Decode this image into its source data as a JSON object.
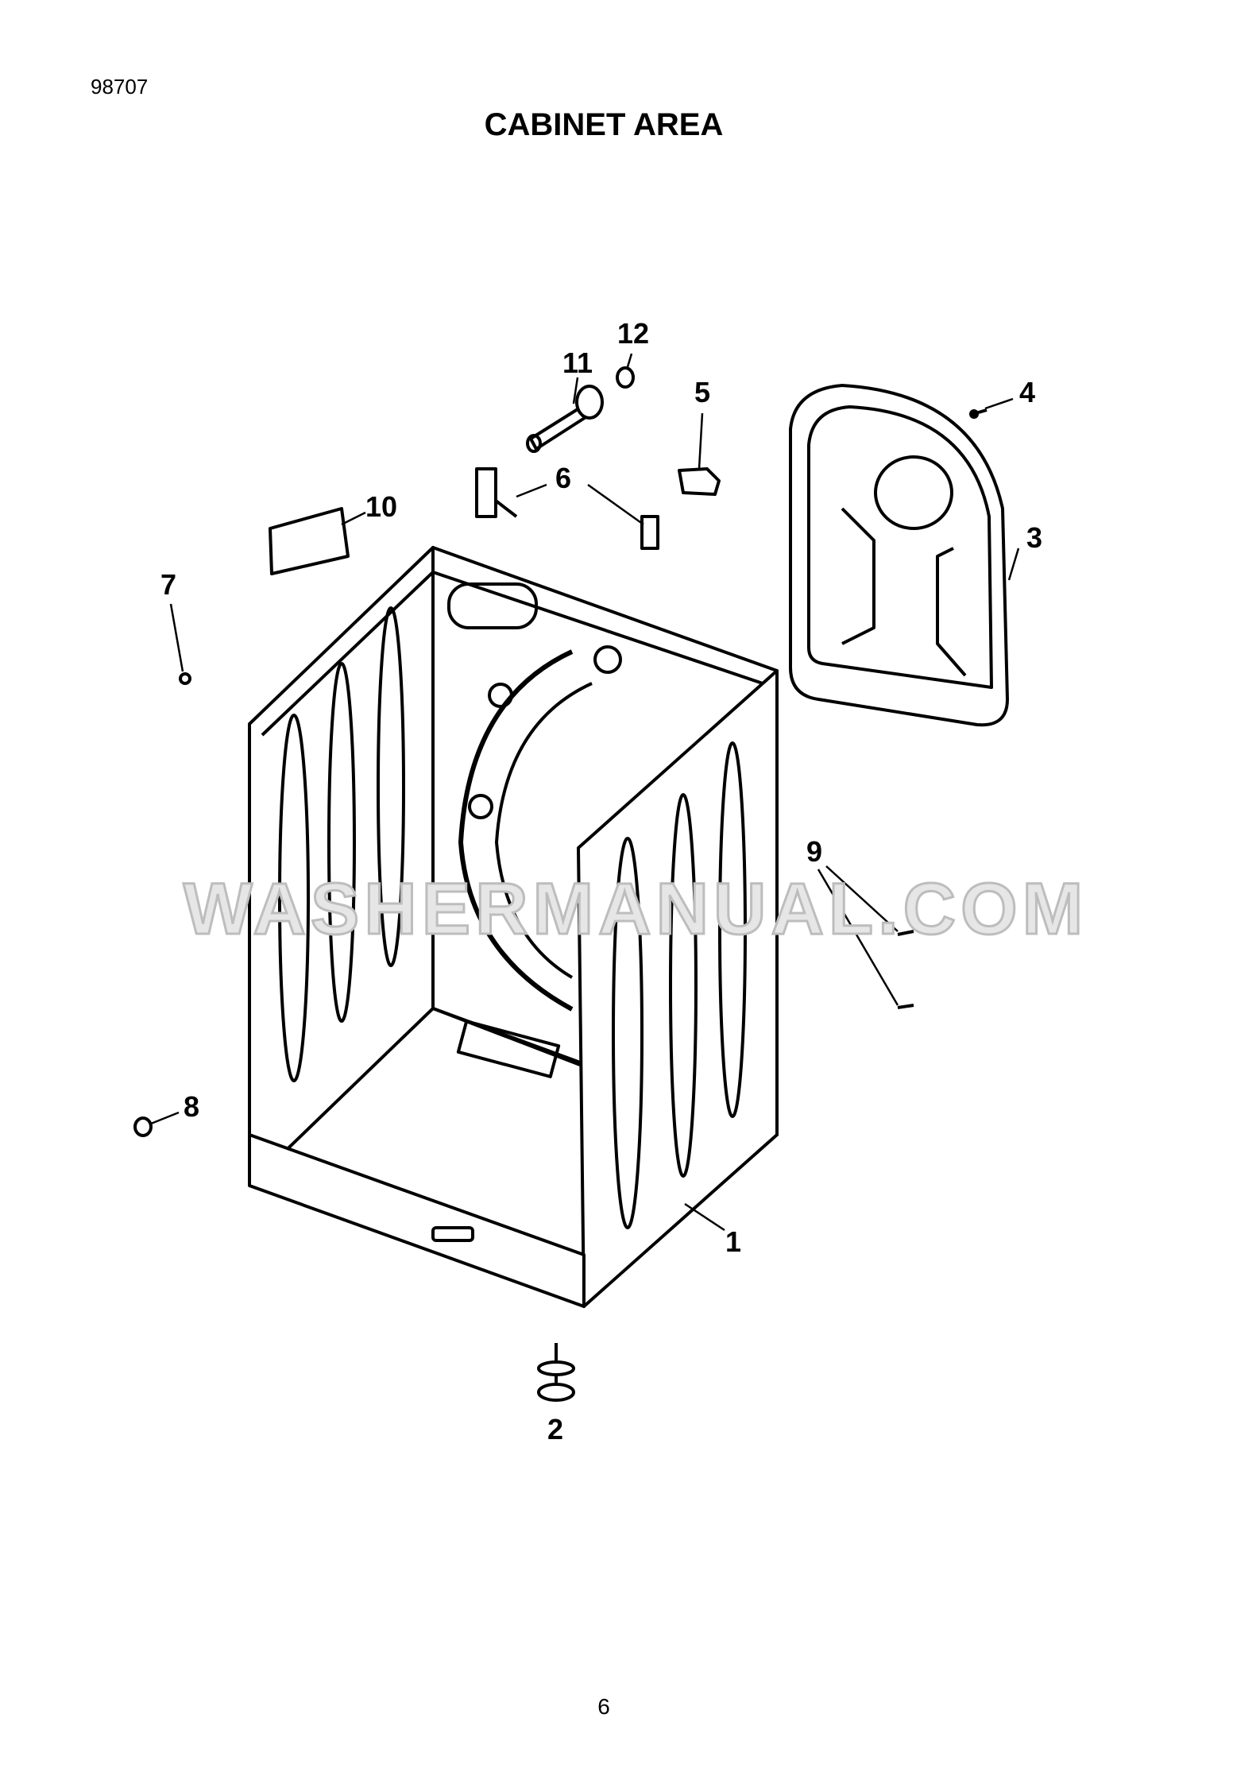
{
  "header": {
    "doc_number": "98707",
    "title": "CABINET AREA"
  },
  "diagram": {
    "watermark": "WASHERMANUAL.COM",
    "callouts": [
      "1",
      "2",
      "3",
      "4",
      "5",
      "6",
      "7",
      "8",
      "9",
      "10",
      "11",
      "12"
    ]
  },
  "footer": {
    "page_number": "6"
  }
}
